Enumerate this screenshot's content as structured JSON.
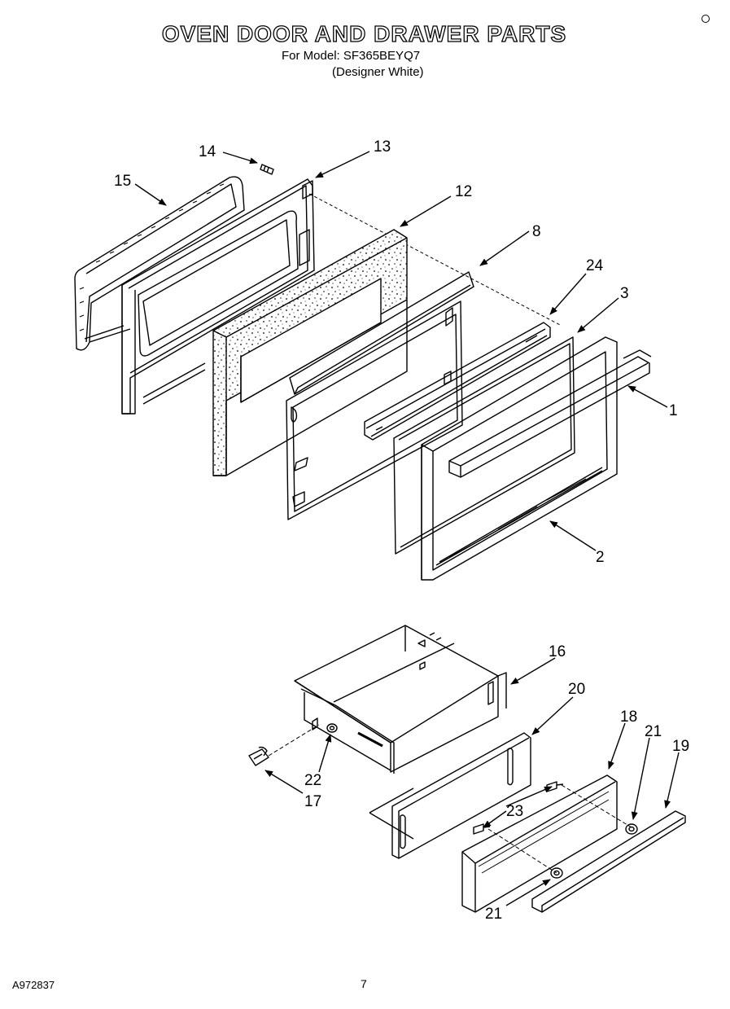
{
  "header": {
    "title": "OVEN DOOR AND DRAWER PARTS",
    "model_line": "For Model: SF365BEYQ7",
    "color_line": "(Designer White)"
  },
  "footer": {
    "doc_id": "A972837",
    "page_number": "7"
  },
  "callouts": {
    "c1": "1",
    "c2": "2",
    "c3": "3",
    "c8": "8",
    "c12": "12",
    "c13": "13",
    "c14": "14",
    "c15": "15",
    "c16": "16",
    "c17": "17",
    "c18": "18",
    "c19": "19",
    "c20": "20",
    "c21a": "21",
    "c21b": "21",
    "c22": "22",
    "c23": "23",
    "c24": "24"
  }
}
